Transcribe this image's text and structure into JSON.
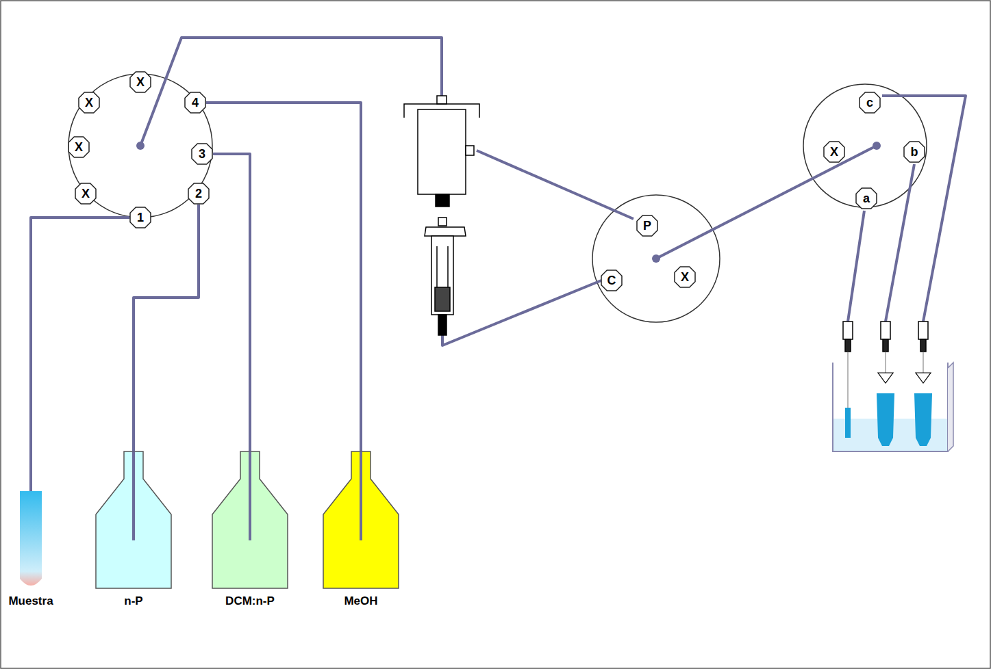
{
  "diagram": {
    "nodes": [
      {
        "text": [
          "X"
        ]
      },
      {
        "text": [
          "X"
        ]
      },
      {
        "text": [
          "X"
        ]
      },
      {
        "text": [
          "X"
        ]
      },
      {
        "text": [
          "1"
        ]
      },
      {
        "text": [
          "2"
        ]
      },
      {
        "text": [
          "3"
        ]
      },
      {
        "text": [
          "4"
        ]
      },
      {
        "text": [
          "P"
        ]
      },
      {
        "text": [
          "C"
        ]
      },
      {
        "text": [
          "X"
        ]
      },
      {
        "text": [
          "c"
        ]
      },
      {
        "text": [
          "X"
        ]
      },
      {
        "text": [
          "b"
        ]
      },
      {
        "text": [
          "a"
        ]
      },
      {
        "text": [
          "Muestra"
        ]
      },
      {
        "text": [
          "n-P"
        ]
      },
      {
        "text": [
          "DCM:n-P"
        ]
      },
      {
        "text": [
          "MeOH"
        ]
      }
    ],
    "edges": [
      {
        "from": 4,
        "to": 15,
        "arrow": "none"
      },
      {
        "from": 5,
        "to": 16,
        "arrow": "none"
      },
      {
        "from": 6,
        "to": 17,
        "arrow": "none"
      },
      {
        "from": 7,
        "to": 18,
        "arrow": "none"
      }
    ]
  }
}
